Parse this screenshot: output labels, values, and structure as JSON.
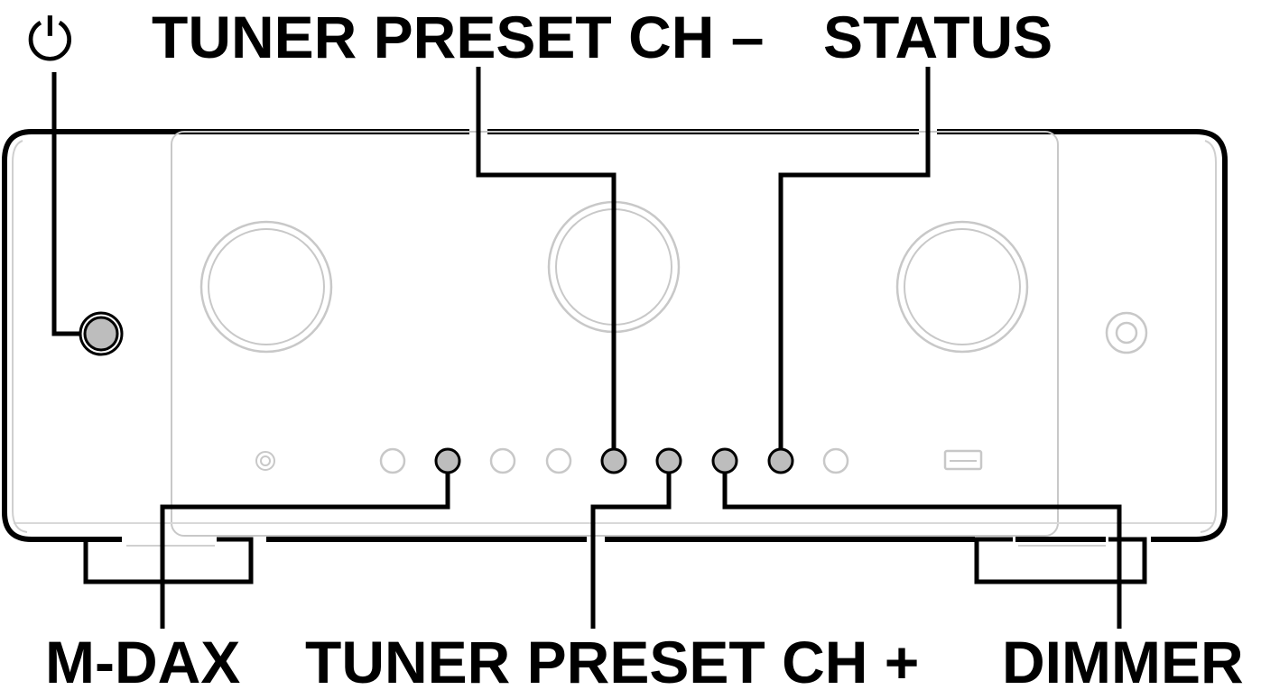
{
  "labels": {
    "power": "⏻",
    "tuner_preset_minus": "TUNER PRESET CH –",
    "status": "STATUS",
    "mdax": "M-DAX",
    "tuner_preset_plus": "TUNER PRESET CH +",
    "dimmer": "DIMMER"
  },
  "colors": {
    "outline": "#000000",
    "faint_line": "#c8c8c8",
    "button_fill": "#bdbdbd",
    "background": "#ffffff"
  }
}
